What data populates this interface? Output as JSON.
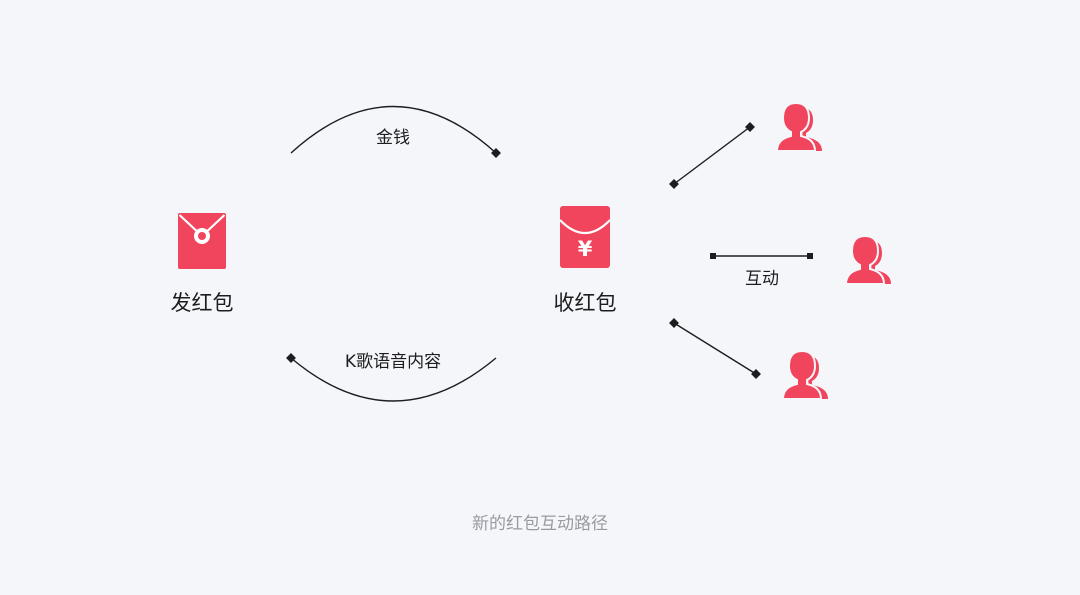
{
  "colors": {
    "accent": "#f0455c",
    "ink": "#1d1d1f",
    "caption": "#9a9aa2",
    "background": "#f5f6fa"
  },
  "nodes": {
    "sender": {
      "label": "发红包",
      "icon": "red-envelope-icon"
    },
    "receiver": {
      "label": "收红包",
      "icon": "red-envelope-yuan-icon",
      "symbol": "¥"
    }
  },
  "edges": {
    "money": {
      "label": "金钱"
    },
    "karaoke": {
      "label": "K歌语音内容"
    },
    "interaction": {
      "label": "互动"
    }
  },
  "audience": [
    {
      "icon": "user-group-icon"
    },
    {
      "icon": "user-group-icon"
    },
    {
      "icon": "user-group-icon"
    }
  ],
  "caption": "新的红包互动路径"
}
